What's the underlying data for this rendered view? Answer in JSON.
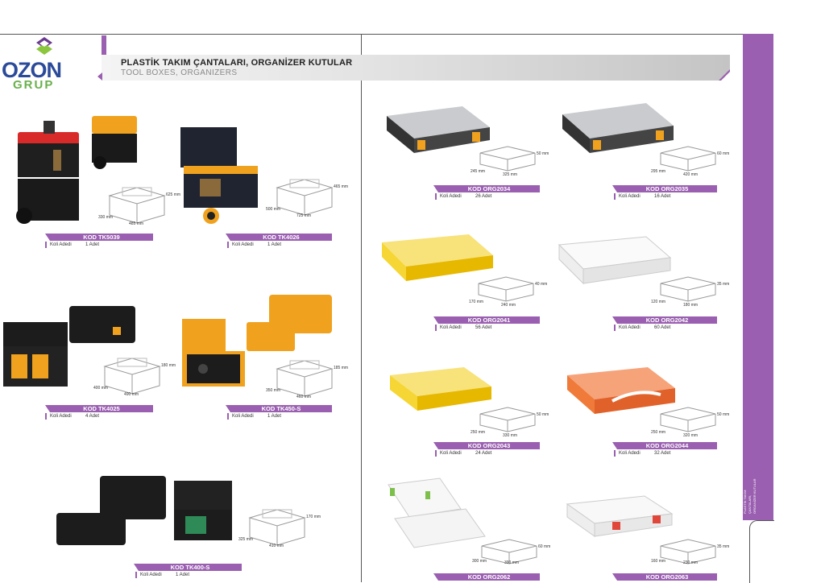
{
  "brand": {
    "name": "OZON",
    "sub": "GRUP",
    "colors": {
      "primary": "#2a4a9a",
      "secondary": "#6ab04c",
      "diamond": "#6b3a8e"
    }
  },
  "header": {
    "title": "PLASTİK TAKIM ÇANTALARI, ORGANİZER KUTULAR",
    "subtitle": "TOOL BOXES, ORGANIZERS"
  },
  "side_tab": {
    "lines": [
      "PLASTİK TAKIM",
      "ÇANTALARI,",
      "ORGANİZER KUTULAR"
    ]
  },
  "accent_color": "#9a5fb0",
  "qty_label": "Koli Adedi",
  "products": [
    {
      "code": "KOD TK5039",
      "qty": "1 Adet",
      "dims": [
        "330 mm",
        "485 mm",
        "625 mm"
      ],
      "colors": {
        "body": "#1a1a1a",
        "accent": "#d92a2a"
      }
    },
    {
      "code": "KOD TK4026",
      "qty": "1 Adet",
      "dims": [
        "500 mm",
        "725 mm",
        "465 mm"
      ],
      "colors": {
        "body": "#1f2430",
        "accent": "#f0a21e"
      }
    },
    {
      "code": "KOD TK4025",
      "qty": "4 Adet",
      "dims": [
        "400 mm",
        "490 mm",
        "180 mm"
      ],
      "colors": {
        "body": "#1c1c1c",
        "accent": "#f0a21e"
      }
    },
    {
      "code": "KOD TK450-S",
      "qty": "1 Adet",
      "dims": [
        "350 mm",
        "460 mm",
        "185 mm"
      ],
      "colors": {
        "body": "#f0a21e",
        "accent": "#1c1c1c"
      }
    },
    {
      "code": "KOD TK400-S",
      "qty": "1 Adet",
      "dims": [
        "325 mm",
        "410 mm",
        "170 mm"
      ],
      "colors": {
        "body": "#1c1c1c",
        "accent": "#2e8b57"
      }
    },
    {
      "code": "KOD ORG2034",
      "qty": "26 Adet",
      "dims": [
        "245 mm",
        "325 mm",
        "50 mm"
      ],
      "colors": {
        "body": "#b9bcc0",
        "accent": "#f0a21e"
      }
    },
    {
      "code": "KOD ORG2035",
      "qty": "16 Adet",
      "dims": [
        "295 mm",
        "420 mm",
        "60 mm"
      ],
      "colors": {
        "body": "#b9bcc0",
        "accent": "#f0a21e"
      }
    },
    {
      "code": "KOD ORG2041",
      "qty": "56 Adet",
      "dims": [
        "170 mm",
        "240 mm",
        "40 mm"
      ],
      "colors": {
        "body": "#f5d635",
        "accent": "#e6b800"
      }
    },
    {
      "code": "KOD ORG2042",
      "qty": "60 Adet",
      "dims": [
        "120 mm",
        "180 mm",
        "35 mm"
      ],
      "colors": {
        "body": "#f3f3f3",
        "accent": "#cfcfcf"
      }
    },
    {
      "code": "KOD ORG2043",
      "qty": "24 Adet",
      "dims": [
        "250 mm",
        "330 mm",
        "50 mm"
      ],
      "colors": {
        "body": "#f5d635",
        "accent": "#e6b800"
      }
    },
    {
      "code": "KOD ORG2044",
      "qty": "32 Adet",
      "dims": [
        "250 mm",
        "320 mm",
        "50 mm"
      ],
      "colors": {
        "body": "#f07a3a",
        "accent": "#f3f3f3"
      }
    },
    {
      "code": "KOD ORG2062",
      "qty": "",
      "dims": [
        "300 mm",
        "390 mm",
        "60 mm"
      ],
      "colors": {
        "body": "#f2f2f2",
        "accent": "#7cc04a"
      }
    },
    {
      "code": "KOD ORG2063",
      "qty": "",
      "dims": [
        "160 mm",
        "230 mm",
        "35 mm"
      ],
      "colors": {
        "body": "#f2f2f2",
        "accent": "#e0473a"
      }
    }
  ]
}
